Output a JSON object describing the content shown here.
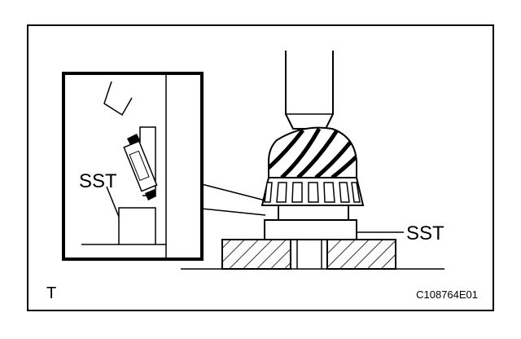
{
  "labels": {
    "callout_left": "SST",
    "callout_right": "SST",
    "corner_mark": "T",
    "figure_code": "C108764E01"
  },
  "colors": {
    "ink": "#000000",
    "paper": "#ffffff"
  }
}
